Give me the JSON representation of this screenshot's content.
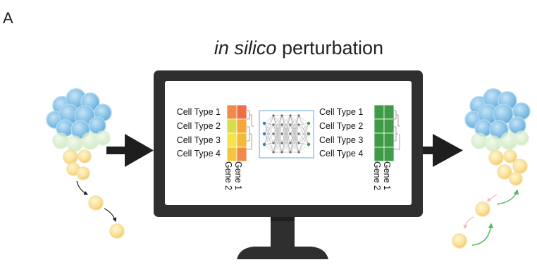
{
  "panel_label": "A",
  "title": {
    "italic": "in silico",
    "rest": " perturbation"
  },
  "left_heatmap": {
    "rows": [
      "Cell Type 1",
      "Cell Type 2",
      "Cell Type 3",
      "Cell Type 4"
    ],
    "columns": [
      "Gene 1",
      "Gene 2"
    ],
    "cell_colors": [
      [
        "#f08a4b",
        "#ee6e4a"
      ],
      [
        "#d9dd4a",
        "#f6a83c"
      ],
      [
        "#f4e34a",
        "#f4b93a"
      ],
      [
        "#f5c53c",
        "#f08a4b"
      ]
    ]
  },
  "right_heatmap": {
    "rows": [
      "Cell Type 1",
      "Cell Type 2",
      "Cell Type 3",
      "Cell Type 4"
    ],
    "columns": [
      "Gene 1",
      "Gene 2"
    ],
    "cell_colors": [
      [
        "#3f9b45",
        "#3f9b45"
      ],
      [
        "#3f9b45",
        "#3f9b45"
      ],
      [
        "#3f9b45",
        "#3f9b45"
      ],
      [
        "#3f9b45",
        "#3f9b45"
      ]
    ]
  },
  "colors": {
    "monitor_frame": "#2f2f2f",
    "screen": "#ffffff",
    "network_box": "#7fb6e2",
    "arrow": "#1e1e1e",
    "green_arrow": "#58b85e",
    "pink_arrow": "#f2b8b8"
  },
  "icons": [
    "cell-cluster-left",
    "cell-cluster-right",
    "neural-network",
    "right-arrow"
  ]
}
